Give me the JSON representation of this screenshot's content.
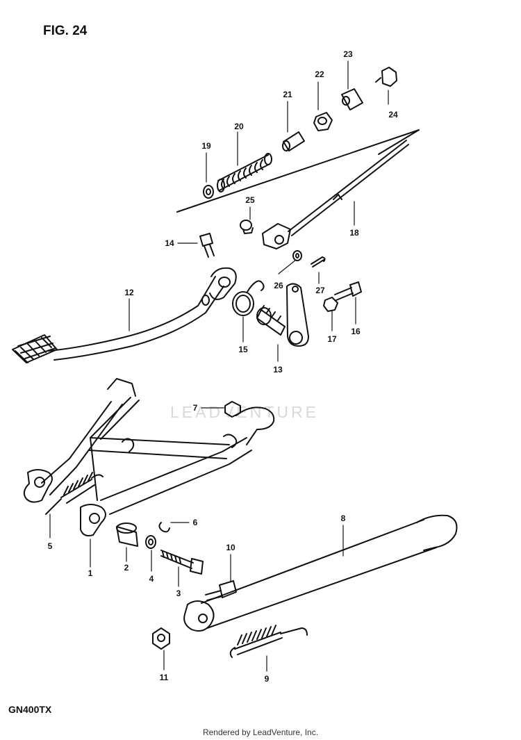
{
  "figure": {
    "title": "FIG. 24",
    "model_code": "GN400TX",
    "footer": "Rendered by LeadVenture, Inc.",
    "watermark": "LEADVENTURE"
  },
  "callouts": [
    {
      "id": "c1",
      "label": "1"
    },
    {
      "id": "c2",
      "label": "2"
    },
    {
      "id": "c3",
      "label": "3"
    },
    {
      "id": "c4",
      "label": "4"
    },
    {
      "id": "c5",
      "label": "5"
    },
    {
      "id": "c6",
      "label": "6"
    },
    {
      "id": "c7",
      "label": "7"
    },
    {
      "id": "c8",
      "label": "8"
    },
    {
      "id": "c9",
      "label": "9"
    },
    {
      "id": "c10",
      "label": "10"
    },
    {
      "id": "c11",
      "label": "11"
    },
    {
      "id": "c12",
      "label": "12"
    },
    {
      "id": "c13",
      "label": "13"
    },
    {
      "id": "c14",
      "label": "14"
    },
    {
      "id": "c15",
      "label": "15"
    },
    {
      "id": "c16",
      "label": "16"
    },
    {
      "id": "c17",
      "label": "17"
    },
    {
      "id": "c18",
      "label": "18"
    },
    {
      "id": "c19",
      "label": "19"
    },
    {
      "id": "c20",
      "label": "20"
    },
    {
      "id": "c21",
      "label": "21"
    },
    {
      "id": "c22",
      "label": "22"
    },
    {
      "id": "c23",
      "label": "23"
    },
    {
      "id": "c24",
      "label": "24"
    },
    {
      "id": "c25",
      "label": "25"
    },
    {
      "id": "c26",
      "label": "26"
    },
    {
      "id": "c27",
      "label": "27"
    }
  ]
}
